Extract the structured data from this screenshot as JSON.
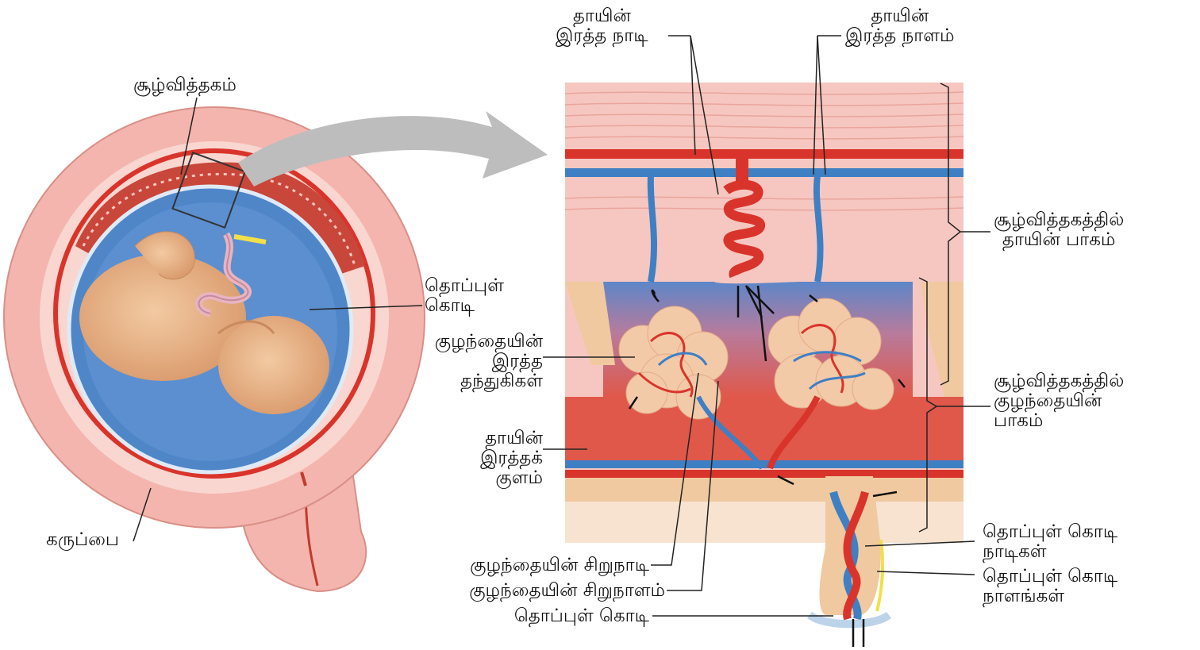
{
  "labels": {
    "placenta": "சூழ்வித்தகம்",
    "umbilical_cord_left": [
      "தொப்புள்",
      "கொடி"
    ],
    "uterus": "கருப்பை",
    "maternal_artery": [
      "தாயின்",
      "இரத்த நாடி"
    ],
    "maternal_vein": [
      "தாயின்",
      "இரத்த நாளம்"
    ],
    "maternal_part": [
      "சூழ்வித்தகத்தில்",
      "தாயின் பாகம்"
    ],
    "fetal_part": [
      "சூழ்வித்தகத்தில்",
      "குழந்தையின்",
      "பாகம்"
    ],
    "fetal_villi": [
      "குழந்தையின்",
      "இரத்த",
      "தந்துகிகள்"
    ],
    "maternal_pool": [
      "தாயின்",
      "இரத்தக்",
      "குளம்"
    ],
    "fetal_arteriole": "குழந்தையின் சிறுநாடி",
    "fetal_venule": "குழந்தையின் சிறுநாளம்",
    "umbilical_cord_bottom": "தொப்புள் கொடி",
    "umbilical_arteries": [
      "தொப்புள் கொடி",
      "நாடிகள்"
    ],
    "umbilical_veins": [
      "தொப்புள் கொடி",
      "நாளங்கள்"
    ]
  },
  "colors": {
    "artery": "#d9342b",
    "vein": "#3f7fc4",
    "uterus_wall": "#f3b5ae",
    "amniotic": "#5b8fcf",
    "fetus": "#e9b58c",
    "pointer": "#b9b9b9"
  }
}
